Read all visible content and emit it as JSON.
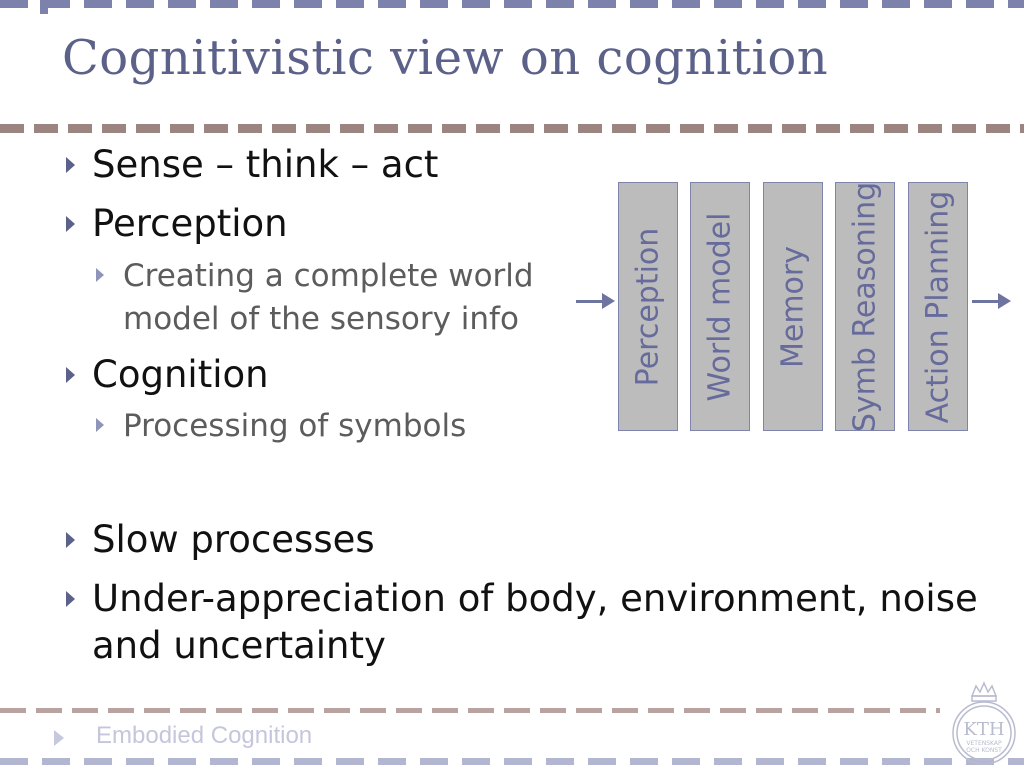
{
  "slide": {
    "title": "Cognitivistic view on cognition",
    "bullets": {
      "b1": "Sense – think – act",
      "b2": "Perception",
      "b2_sub_line1": "Creating a complete world",
      "b2_sub_line2": "model of the sensory info",
      "b3": "Cognition",
      "b3_sub": "Processing of symbols",
      "b4": "Slow processes",
      "b5_line1": "Under-appreciation of body, environment, noise",
      "b5_line2": "and uncertainty"
    },
    "diagram": {
      "boxes": [
        "Perception",
        "World model",
        "Memory",
        "Symb Reasoning",
        "Action Planning"
      ]
    },
    "footer": {
      "text": "Embodied Cognition",
      "logo_text": "KTH",
      "logo_subtext_1": "VETENSKAP",
      "logo_subtext_2": "OCH KONST"
    }
  },
  "colors": {
    "title": "#5b6189",
    "accent": "#7d82ac",
    "divider": "#9c8480",
    "box_fill": "#bcbcbc",
    "box_text": "#666b9c"
  }
}
